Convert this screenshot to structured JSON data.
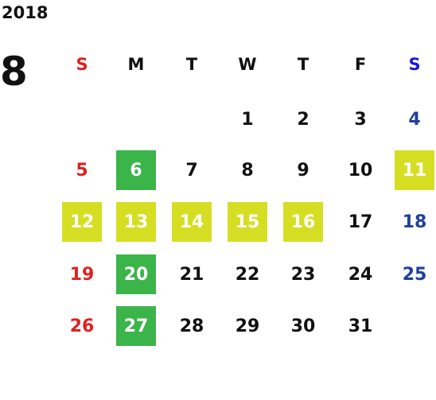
{
  "calendar": {
    "year": "2018",
    "month": "8",
    "weekdays": [
      "S",
      "M",
      "T",
      "W",
      "T",
      "F",
      "S"
    ],
    "colors": {
      "sunday": "#e0201f",
      "saturday": "#1f3f9a",
      "saturday_header": "#1a1ad8",
      "highlight_green": "#3bb44a",
      "highlight_yellow": "#d6de23"
    },
    "weeks": [
      [
        {
          "day": ""
        },
        {
          "day": ""
        },
        {
          "day": ""
        },
        {
          "day": "1"
        },
        {
          "day": "2"
        },
        {
          "day": "3"
        },
        {
          "day": "4"
        }
      ],
      [
        {
          "day": "5"
        },
        {
          "day": "6",
          "highlight": "green"
        },
        {
          "day": "7"
        },
        {
          "day": "8"
        },
        {
          "day": "9"
        },
        {
          "day": "10"
        },
        {
          "day": "11",
          "highlight": "yellow"
        }
      ],
      [
        {
          "day": "12",
          "highlight": "yellow"
        },
        {
          "day": "13",
          "highlight": "yellow"
        },
        {
          "day": "14",
          "highlight": "yellow"
        },
        {
          "day": "15",
          "highlight": "yellow"
        },
        {
          "day": "16",
          "highlight": "yellow"
        },
        {
          "day": "17"
        },
        {
          "day": "18"
        }
      ],
      [
        {
          "day": "19"
        },
        {
          "day": "20",
          "highlight": "green"
        },
        {
          "day": "21"
        },
        {
          "day": "22"
        },
        {
          "day": "23"
        },
        {
          "day": "24"
        },
        {
          "day": "25"
        }
      ],
      [
        {
          "day": "26"
        },
        {
          "day": "27",
          "highlight": "green"
        },
        {
          "day": "28"
        },
        {
          "day": "29"
        },
        {
          "day": "30"
        },
        {
          "day": "31"
        },
        {
          "day": ""
        }
      ]
    ]
  }
}
